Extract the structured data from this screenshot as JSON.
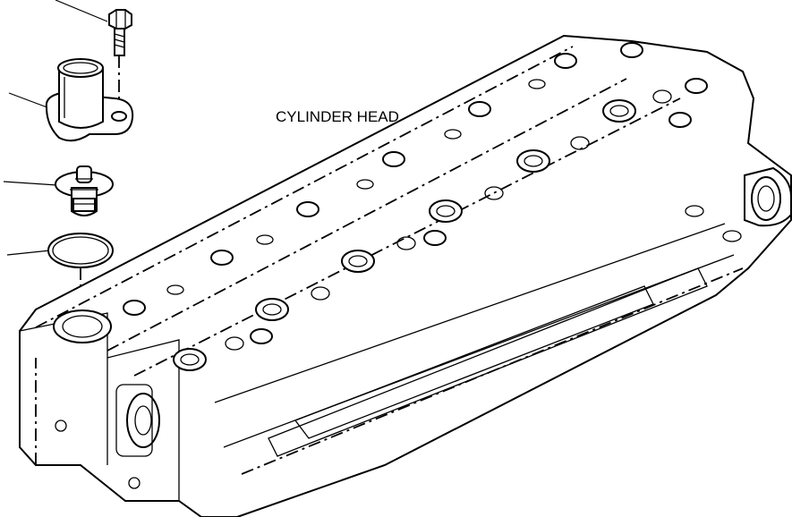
{
  "diagram": {
    "label_cylinder_head": "CYLINDER HEAD",
    "line_color": "#000000",
    "background_color": "#ffffff",
    "callouts": [
      "bolt",
      "thermostat-housing",
      "thermostat",
      "o-ring"
    ]
  }
}
